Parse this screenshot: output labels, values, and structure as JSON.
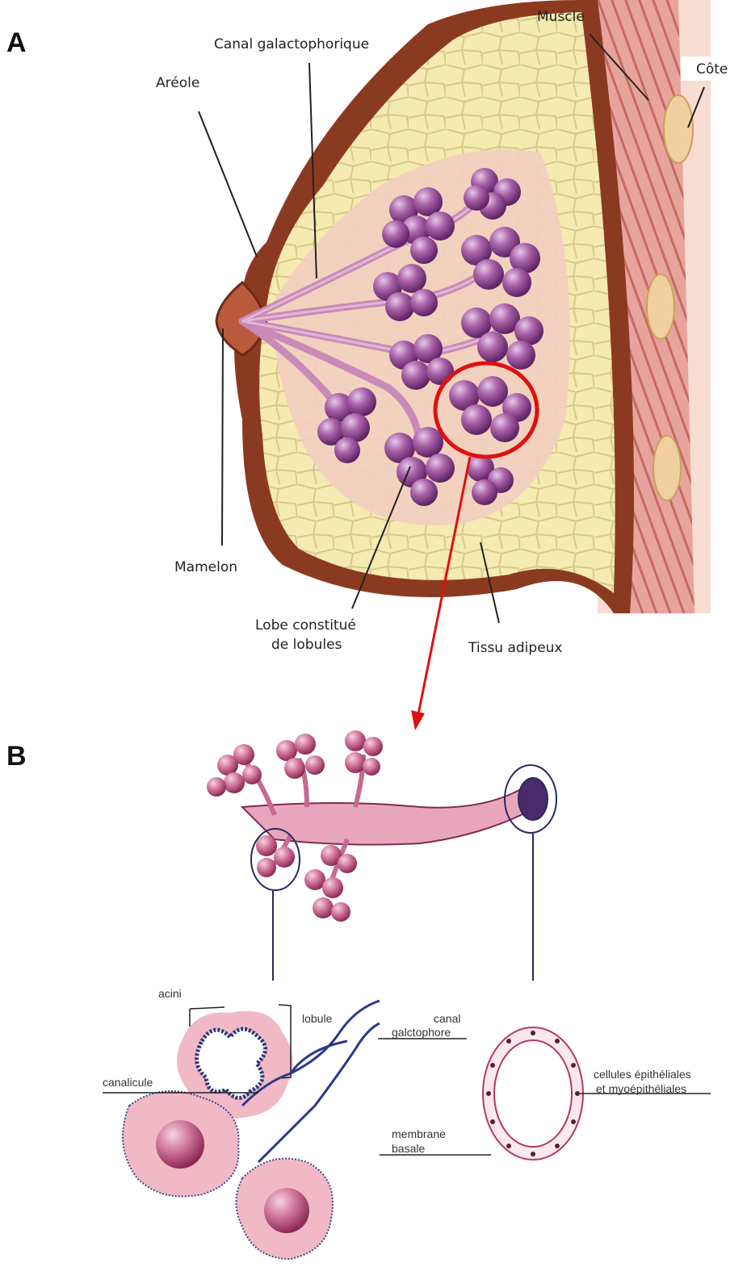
{
  "panels": {
    "a": {
      "letter": "A",
      "labels": {
        "canal": "Canal galactophorique",
        "areole": "Aréole",
        "muscle": "Muscle",
        "cote": "Côte",
        "mamelon": "Mamelon",
        "lobe_line1": "Lobe constitué",
        "lobe_line2": "de lobules",
        "tissu": "Tissu adipeux"
      }
    },
    "b": {
      "letter": "B",
      "labels": {
        "acini": "acini",
        "lobule": "lobule",
        "canal_line1": "canal",
        "canal_line2": "galctophore",
        "canalicule": "canalicule",
        "cellules_line1": "cellules épithéliales",
        "cellules_line2": "et myoépithéliales",
        "membrane_line1": "membrane",
        "membrane_line2": "basale"
      }
    }
  },
  "colors": {
    "skin": "#8b3a22",
    "fat": "#f3e6a6",
    "tissue": "#f2cfc0",
    "lobule": "#9b4a9c",
    "muscle": "#d98b84",
    "highlight": "#e01010",
    "duct_b": "#d07a98",
    "outline_b": "#2a2a5a"
  }
}
